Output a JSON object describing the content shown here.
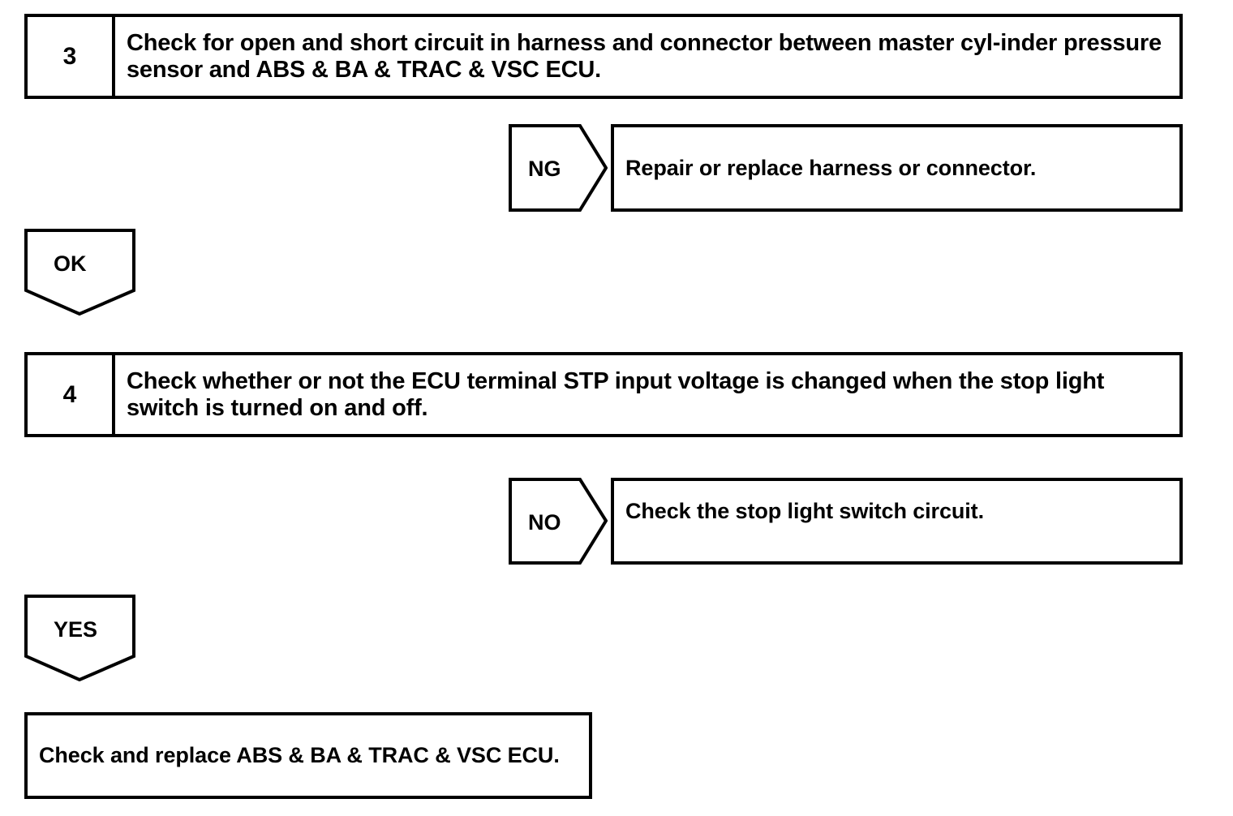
{
  "diagram": {
    "title": "ABS & BA & TRAC & VSC diagnostic flowchart",
    "ink_color": "#000000",
    "paper_color": "#ffffff"
  },
  "steps": [
    {
      "number": "3",
      "text": "Check for open and short circuit in harness and connector between master cyl-inder pressure sensor and ABS & BA & TRAC & VSC ECU."
    },
    {
      "number": "4",
      "text": "Check whether or not the ECU terminal STP input voltage is changed when the stop light switch is turned on and off."
    }
  ],
  "branches": {
    "ng": {
      "label": "NG",
      "result": "Repair or replace harness or connector."
    },
    "ok": {
      "label": "OK"
    },
    "no": {
      "label": "NO",
      "result": "Check the stop light switch circuit."
    },
    "yes": {
      "label": "YES"
    }
  },
  "final": {
    "text": "Check and replace ABS & BA & TRAC & VSC ECU."
  }
}
